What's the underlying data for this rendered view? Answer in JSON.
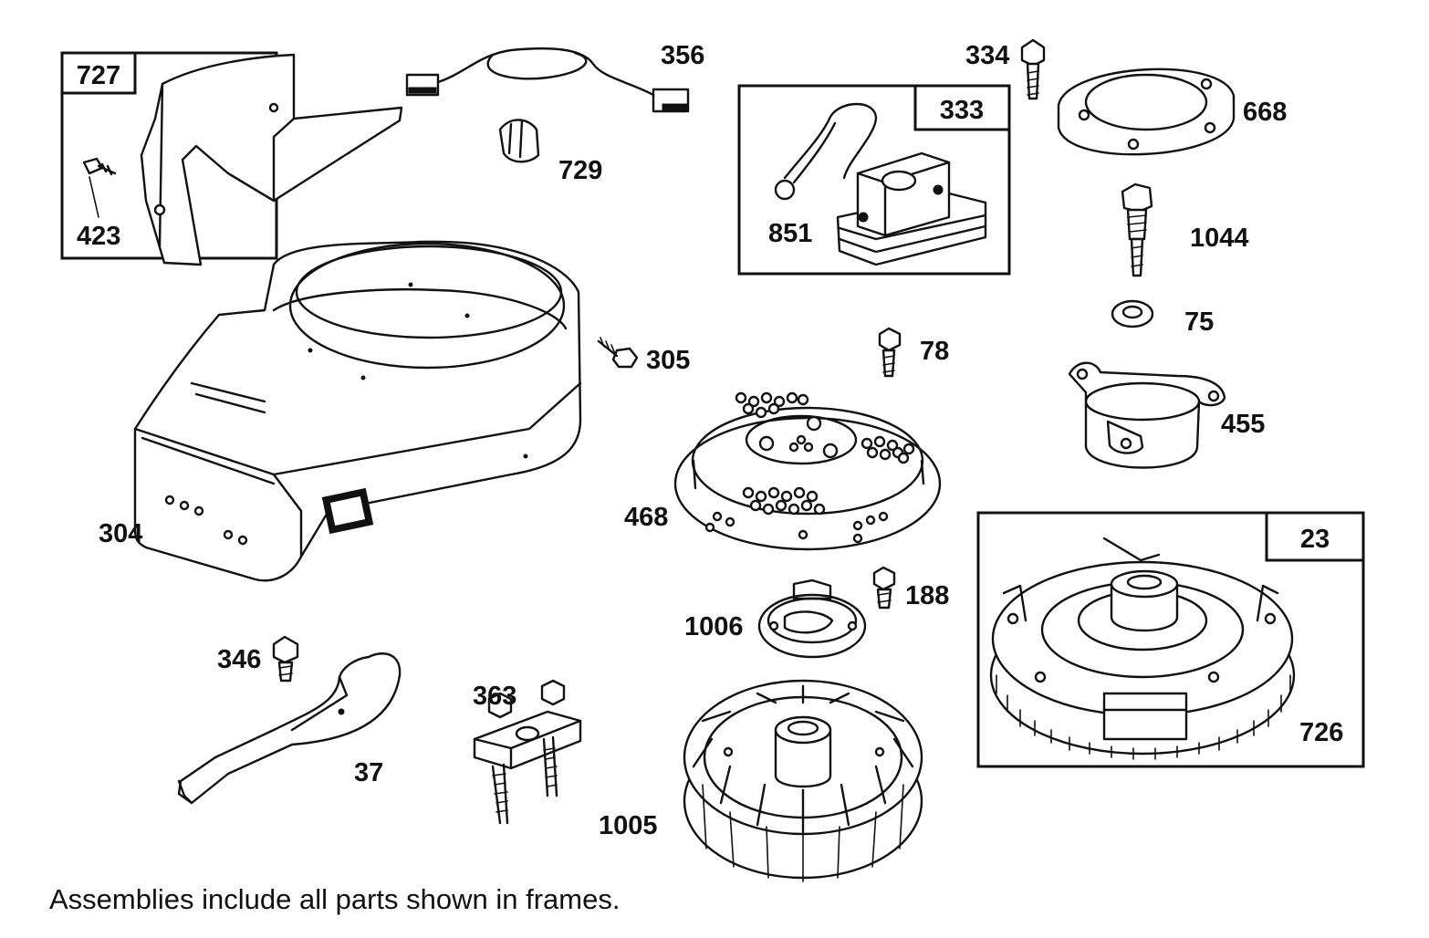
{
  "labels": {
    "p727": "727",
    "p423": "423",
    "p356": "356",
    "p729": "729",
    "p333": "333",
    "p851": "851",
    "p334": "334",
    "p668": "668",
    "p1044": "1044",
    "p75": "75",
    "p455": "455",
    "p304": "304",
    "p305": "305",
    "p78": "78",
    "p468": "468",
    "p188": "188",
    "p1006": "1006",
    "p23": "23",
    "p726": "726",
    "p346": "346",
    "p37": "37",
    "p363": "363",
    "p1005": "1005"
  },
  "footnote": "Assemblies include all parts shown in frames."
}
